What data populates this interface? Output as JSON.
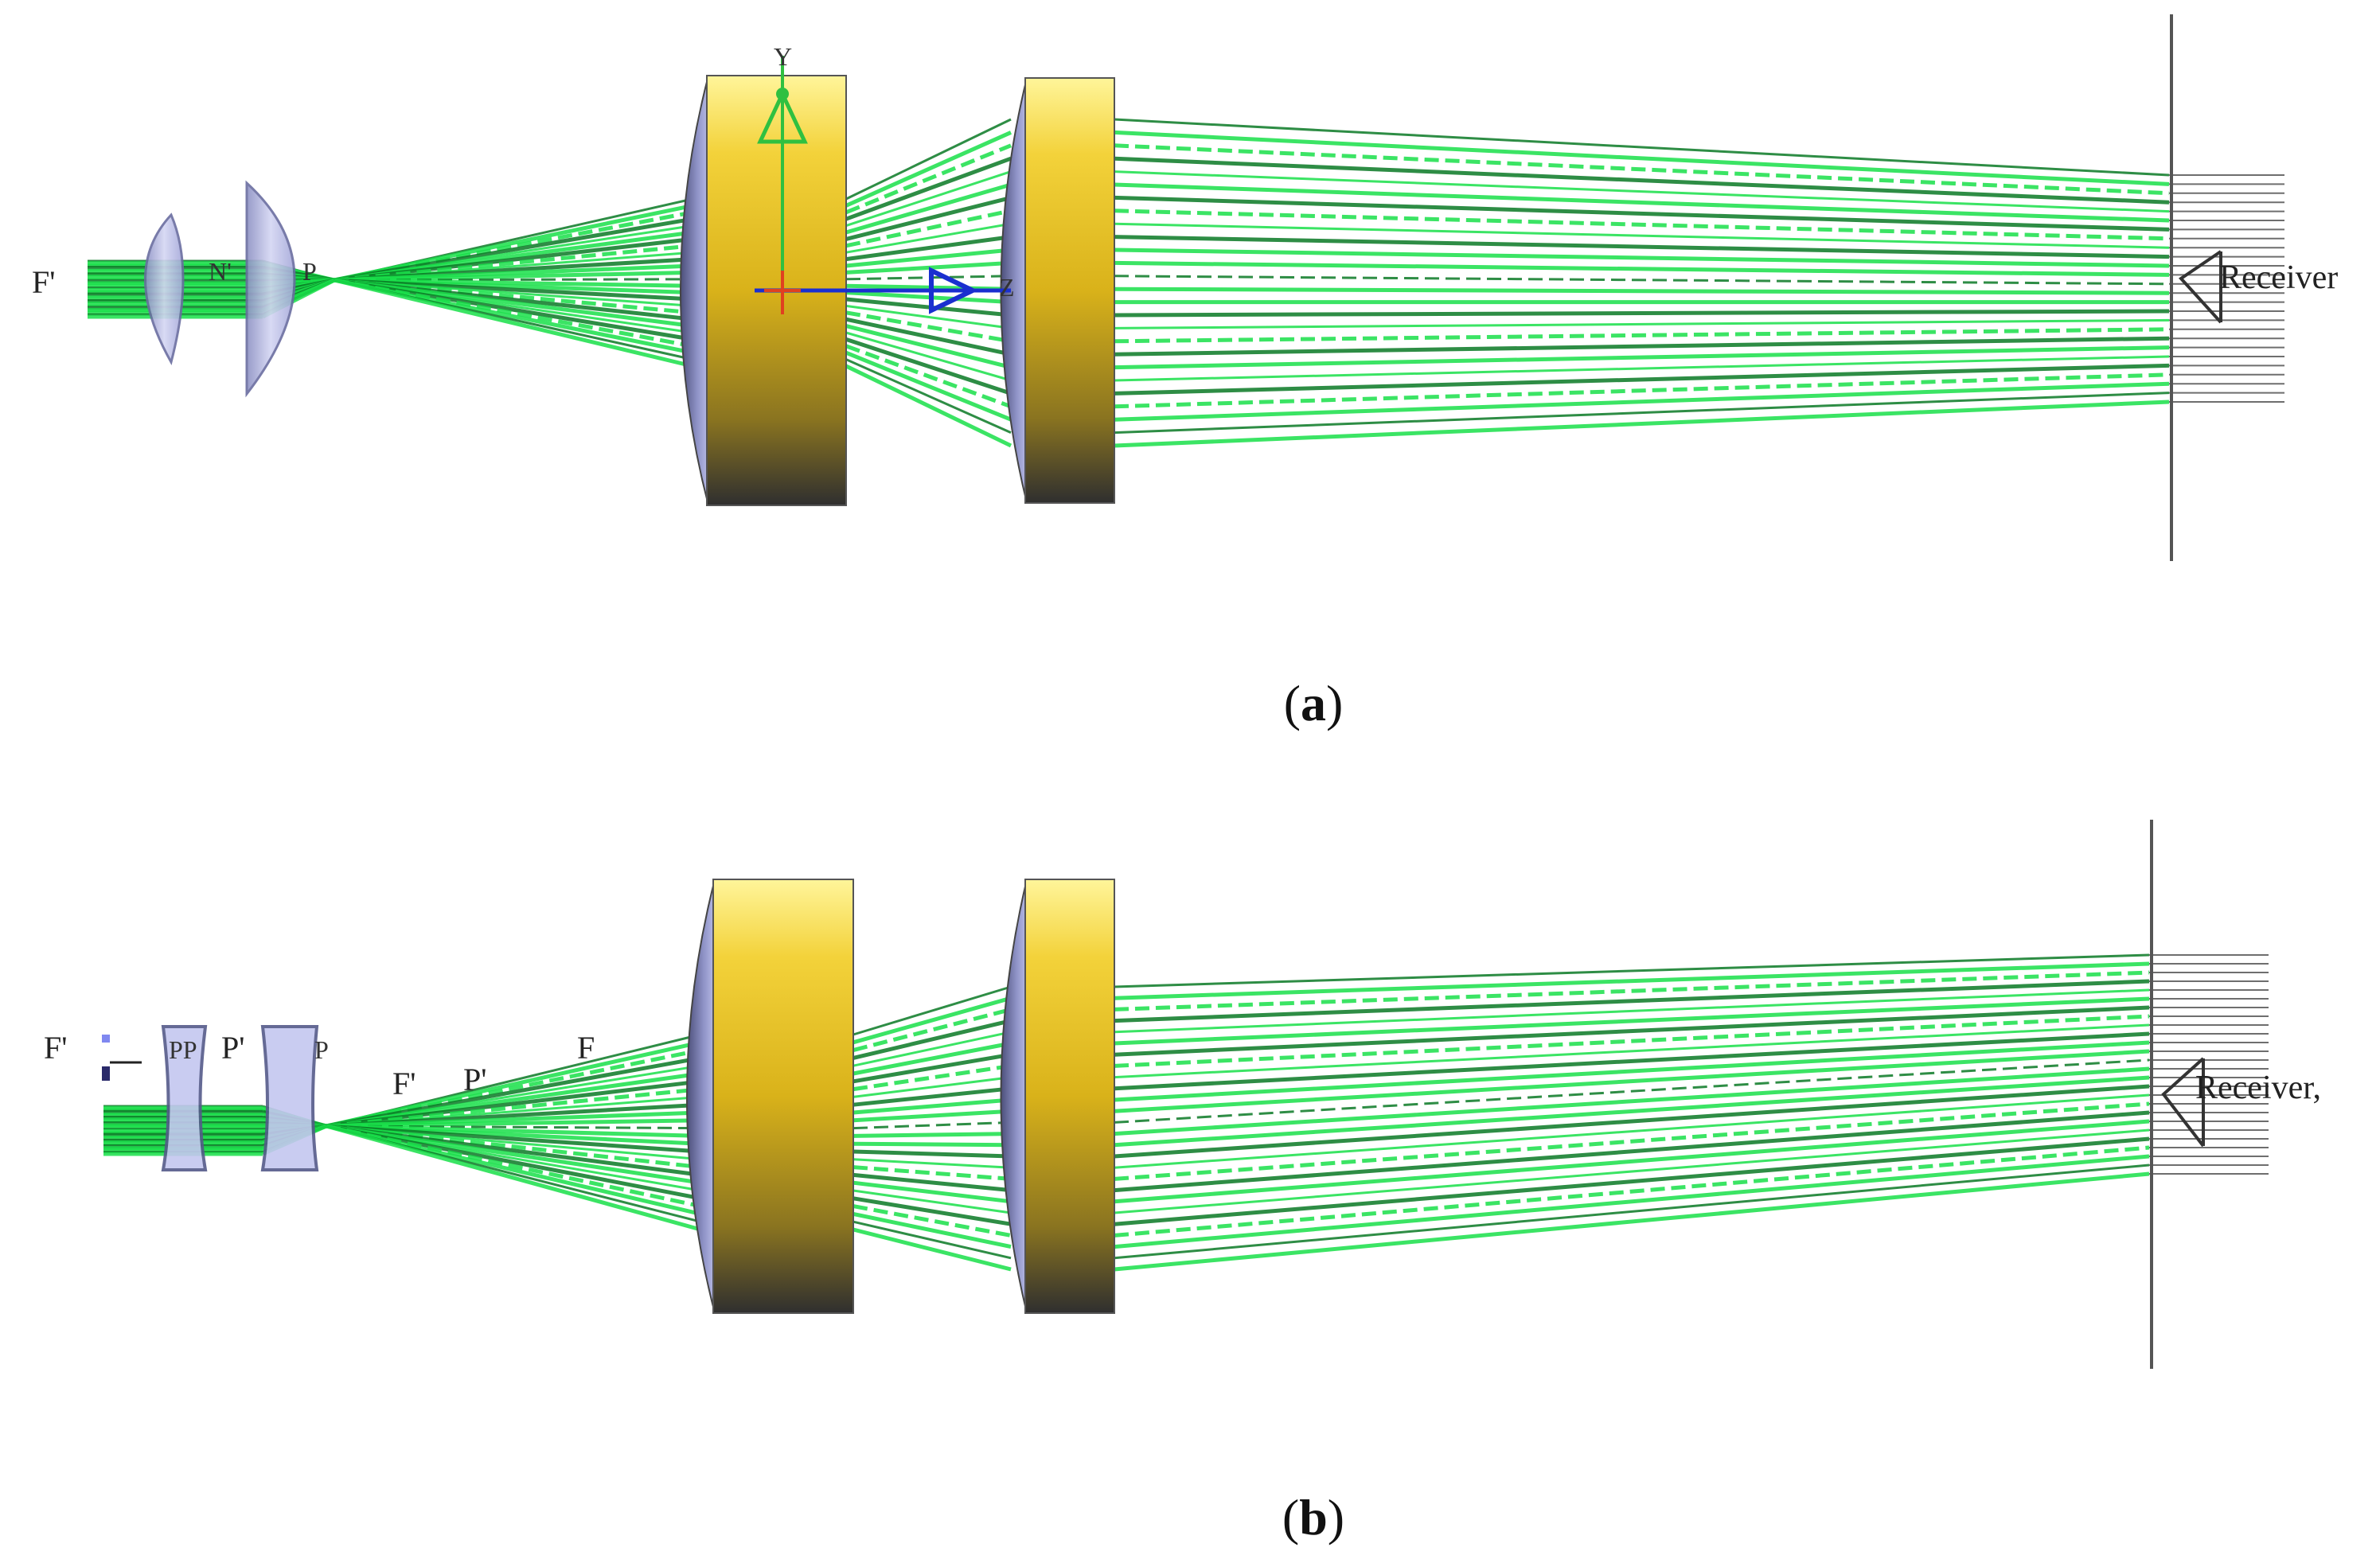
{
  "panels": [
    {
      "id": "a",
      "caption_open": "(",
      "caption_letter": "a",
      "caption_close": ")",
      "labels": {
        "left_focus": "F'",
        "n_mark": "N'",
        "p_mark": "P",
        "receiver": "Receiver",
        "axis_y": "Y",
        "axis_z": "Z"
      }
    },
    {
      "id": "b",
      "caption_open": "(",
      "caption_letter": "b",
      "caption_close": ")",
      "labels": {
        "left_focus": "F'",
        "pp_mark": "PP",
        "p_prime": "P'",
        "p_mark": "P",
        "f_prime_1": "F'",
        "p_prime_2": "P'",
        "f_mark": "F",
        "receiver": "Receiver,"
      }
    }
  ],
  "colors": {
    "ray_green": "#19e04a",
    "ray_dark": "#0a7a25",
    "lens_blue": "#b9bde8",
    "lens_gold_top": "#fff176",
    "lens_gold_mid": "#e0b800",
    "lens_gold_bottom": "#3a3a3a",
    "receiver_line": "#555555"
  }
}
